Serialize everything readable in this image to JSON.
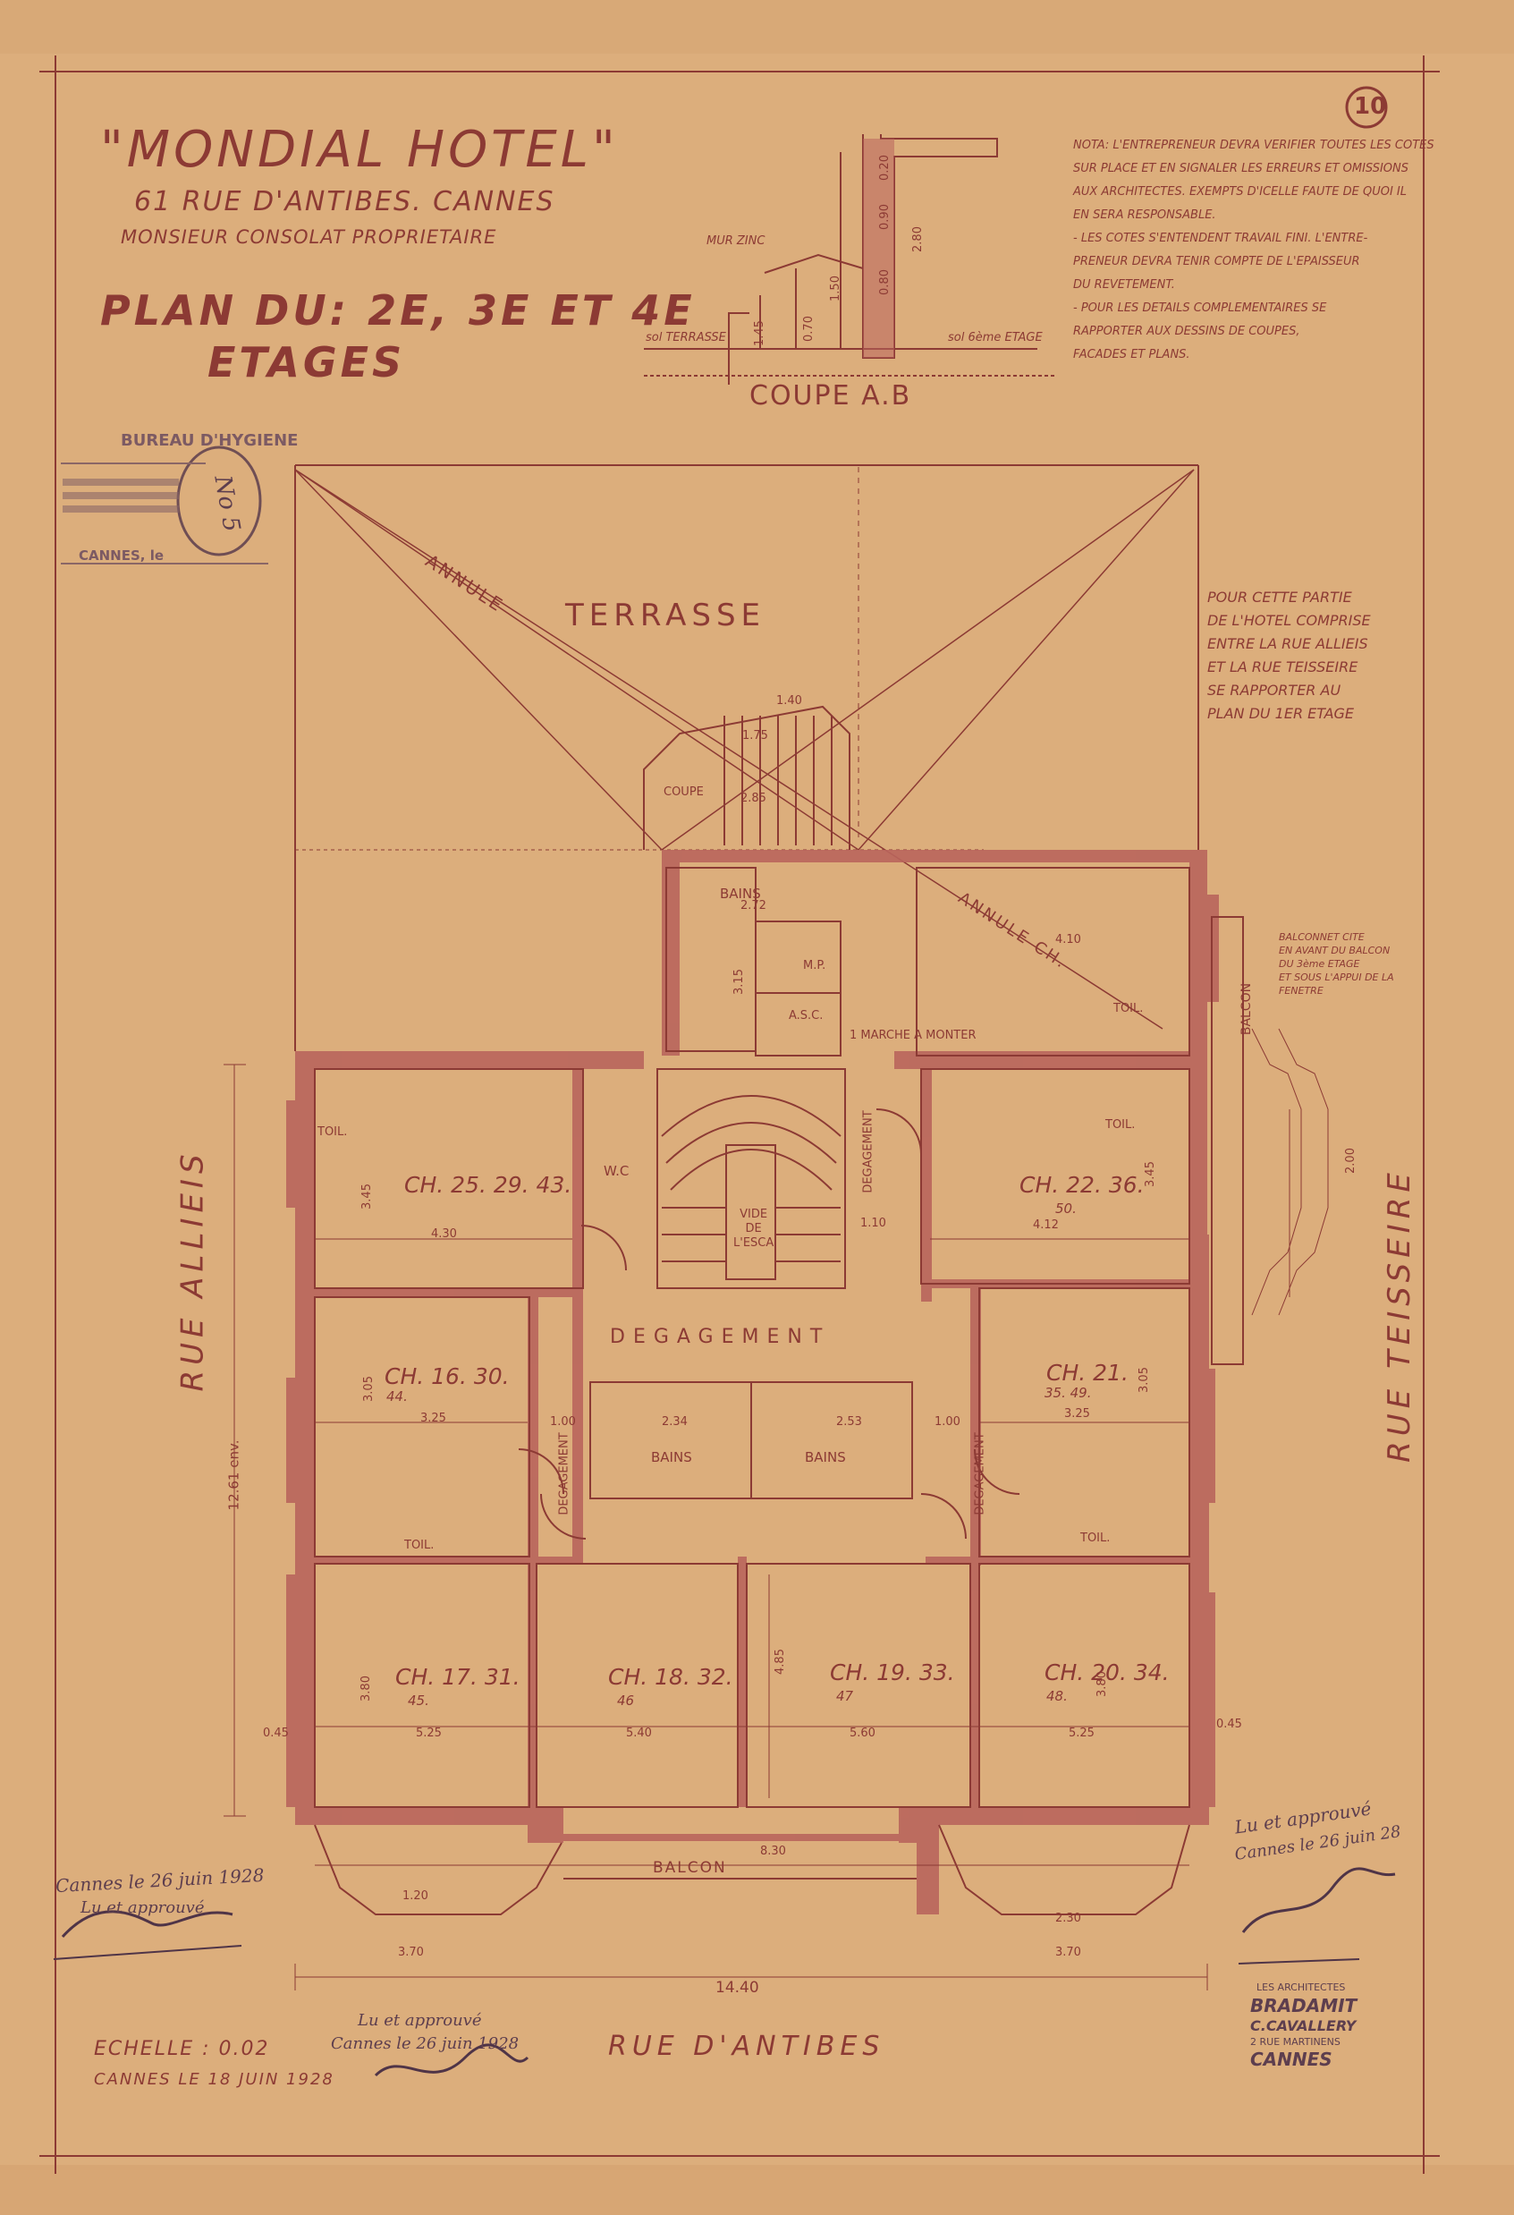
{
  "header": {
    "title": "\"MONDIAL HOTEL\"",
    "address": "61 RUE D'ANTIBES. CANNES",
    "owner": "MONSIEUR CONSOLAT PROPRIETAIRE",
    "plan_title": "PLAN DU: 2E, 3E ET 4E",
    "plan_title2": "ETAGES",
    "sheet_number": "10"
  },
  "section": {
    "label": "COUPE A.B",
    "sol_terrasse": "sol TERRASSE",
    "sol_6e": "sol 6ème ETAGE",
    "mur_zinc": "MUR ZINC",
    "dims": [
      "0.20",
      "0.90",
      "2.80",
      "0.80",
      "1.50",
      "0.70",
      "1.45"
    ]
  },
  "note": {
    "heading": "NOTA:",
    "lines": [
      "NOTA: L'ENTREPRENEUR DEVRA VERIFIER TOUTES LES COTES",
      "SUR PLACE ET EN SIGNALER LES ERREURS ET OMISSIONS",
      "AUX ARCHITECTES. EXEMPTS D'ICELLE FAUTE DE QUOI IL",
      "EN SERA RESPONSABLE.",
      "- LES COTES S'ENTENDENT TRAVAIL FINI. L'ENTRE-",
      "PRENEUR DEVRA TENIR COMPTE DE L'EPAISSEUR",
      "DU REVETEMENT.",
      "- POUR LES DETAILS COMPLEMENTAIRES SE",
      "RAPPORTER AUX DESSINS DE COUPES,",
      "FACADES ET PLANS."
    ]
  },
  "stamp": {
    "line1": "BUREAU D'HYGIENE",
    "line2": "CANNES, le",
    "circle": "No 5"
  },
  "plan": {
    "terrasse": "TERRASSE",
    "annule": "ANNULE",
    "annule_ch": "ANNULE CH.",
    "right_note": [
      "POUR CETTE PARTIE",
      "DE L'HOTEL COMPRISE",
      "ENTRE LA RUE ALLIEIS",
      "ET LA RUE TEISSEIRE",
      "SE RAPPORTER AU",
      "PLAN DU 1ER ETAGE"
    ],
    "balconnet_note": [
      "BALCONNET CITE",
      "EN AVANT DU BALCON",
      "DU 3ème ETAGE",
      "ET SOUS L'APPUI DE LA",
      "FENETRE"
    ],
    "degagement": "DEGAGEMENT",
    "degagement_v": "DEGAGEMENT",
    "balcon": "BALCON",
    "balcon_v": "BALCON",
    "bains": "BAINS",
    "wc": "W.C",
    "toil": "TOIL.",
    "vide": [
      "VIDE",
      "DE",
      "L'ESCA"
    ],
    "coupe_ab": "COUPE",
    "marche": "1 MARCHE A MONTER",
    "mp": "M.P.",
    "asc": "A.S.C.",
    "dim_overall": "14.40",
    "dim_height": "12.61 env."
  },
  "rooms": [
    {
      "name": "CH. 25. 29. 43.",
      "num": ""
    },
    {
      "name": "CH. 22. 36.",
      "num": "50."
    },
    {
      "name": "CH. 16. 30.",
      "num": "44."
    },
    {
      "name": "CH. 21.",
      "num": "35. 49."
    },
    {
      "name": "CH. 17. 31.",
      "num": "45."
    },
    {
      "name": "CH. 18. 32.",
      "num": "46"
    },
    {
      "name": "CH. 19. 33.",
      "num": "47"
    },
    {
      "name": "CH. 20. 34.",
      "num": "48."
    }
  ],
  "room_dims": [
    "4.30",
    "4.12",
    "3.25",
    "3.25",
    "5.25",
    "5.40",
    "5.60",
    "5.25",
    "1.10",
    "1.00",
    "1.00",
    "2.34",
    "2.53",
    "3.70",
    "3.70",
    "2.30",
    "1.20",
    "0.45",
    "0.45",
    "4.85",
    "3.80",
    "3.80",
    "3.05",
    "3.05",
    "3.45",
    "3.45",
    "2.00",
    "8.30",
    "1.40",
    "1.75",
    "2.85",
    "2.72",
    "3.15",
    "4.10"
  ],
  "streets": {
    "left": "RUE ALLIEIS",
    "right": "RUE TEISSEIRE",
    "bottom": "RUE D'ANTIBES"
  },
  "footer": {
    "scale": "ECHELLE : 0.02",
    "date": "CANNES LE 18 JUIN 1928",
    "approval_left": [
      "Cannes le 26 juin 1928",
      "Lu et approuvé"
    ],
    "approval_mid": [
      "Lu et approuvé",
      "Cannes le 26 juin 1928"
    ],
    "approval_right": [
      "Lu et approuvé",
      "Cannes le 26 juin 28"
    ],
    "architects": [
      "LES ARCHITECTES",
      "BRADAMIT",
      "C.CAVALLERY",
      "2 RUE MARTINENS",
      "CANNES"
    ]
  },
  "colors": {
    "paper": "#dcae7c",
    "ink": "#8c3a34",
    "wall": "#b9655c",
    "stamp": "#7c5a63"
  }
}
